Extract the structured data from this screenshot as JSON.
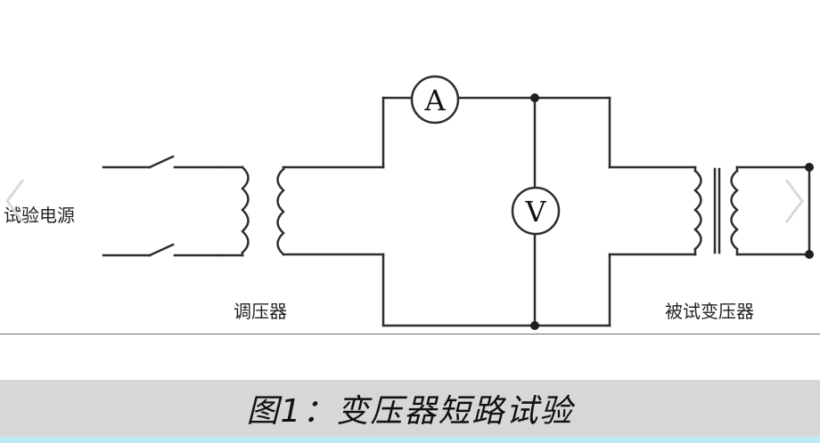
{
  "diagram": {
    "labels": {
      "source": "试验电源",
      "regulator": "调压器",
      "test_transformer": "被试变压器"
    },
    "meters": {
      "ammeter": "A",
      "voltmeter": "V"
    }
  },
  "caption": {
    "text": "图1：变压器短路试验"
  },
  "colors": {
    "wire": "#2e2e2e",
    "caption_bg": "#d7d7d7",
    "bottom_strip": "#bfe9f3"
  },
  "icons": {
    "prev": "chevron-left-icon",
    "next": "chevron-right-icon"
  }
}
